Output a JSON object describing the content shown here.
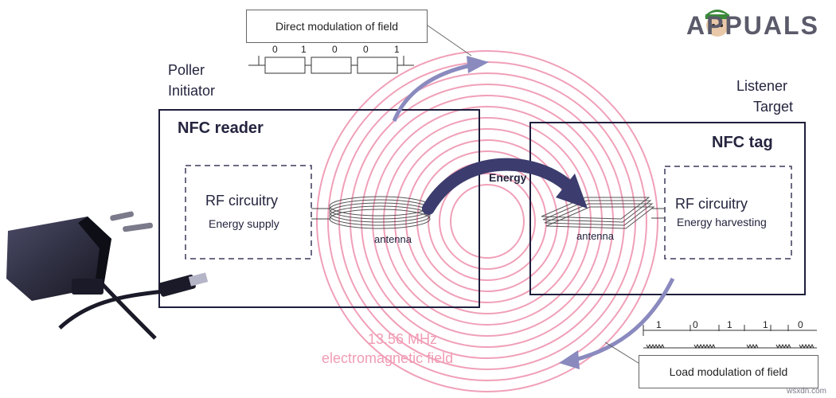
{
  "top_box_label": "Direct modulation of field",
  "top_bits": [
    "0",
    "1",
    "0",
    "0",
    "1"
  ],
  "poller": [
    "Poller",
    "Initiator"
  ],
  "listener": [
    "Listener",
    "Target"
  ],
  "reader": {
    "title": "NFC reader",
    "circuit_title": "RF circuitry",
    "circuit_sub": "Energy supply",
    "antenna_label": "antenna"
  },
  "tag": {
    "title": "NFC tag",
    "circuit_title": "RF circuitry",
    "circuit_sub": "Energy harvesting",
    "antenna_label": "antenna"
  },
  "energy_label": "Energy",
  "field_line1": "13.56 MHz",
  "field_line2": "electromagnetic field",
  "bottom_bits": [
    "1",
    "0",
    "1",
    "1",
    "0"
  ],
  "bottom_box_label": "Load modulation of field",
  "logo_text": "APPUALS",
  "watermark": "wsxdn.com",
  "colors": {
    "diagram_ink": "#1e1e3c",
    "field_pink": "#f0a0b8",
    "arrow_navy": "#3c3c6e",
    "arrow_light": "#8a8abf"
  }
}
